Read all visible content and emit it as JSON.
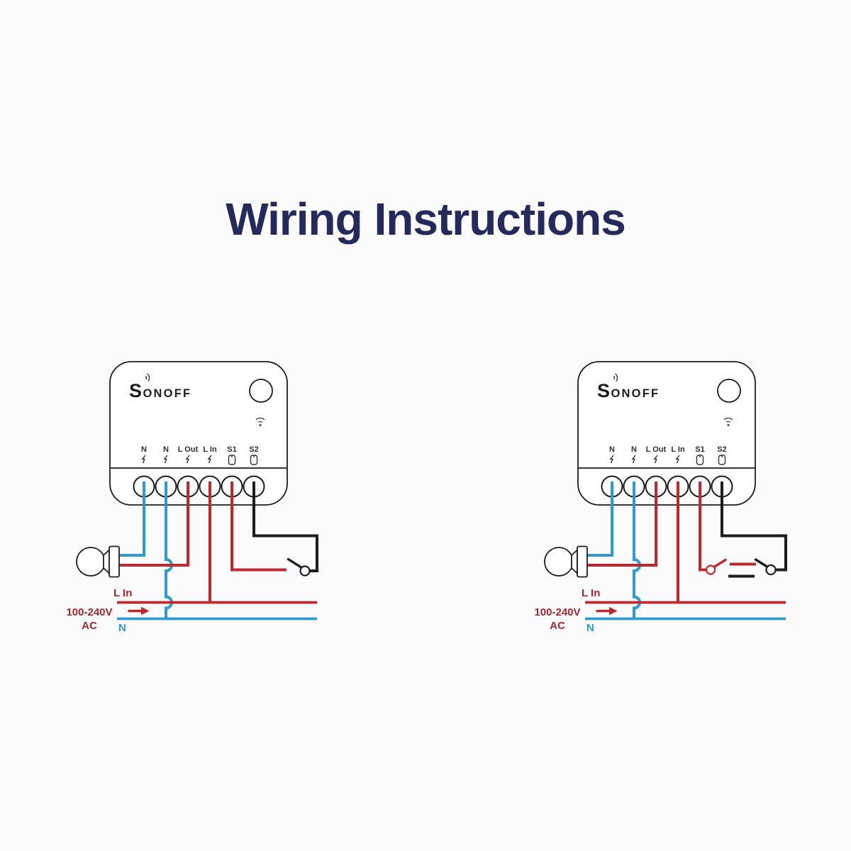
{
  "title": "Wiring Instructions",
  "colors": {
    "background": "#fbfbfb",
    "ink": "#1d1d1d",
    "title": "#242a5c",
    "wire_red": "#c1272d",
    "wire_blue": "#2f99d4",
    "label_red": "#a3272c",
    "label_blue": "#2f99d4"
  },
  "device": {
    "brand_initial": "S",
    "brand_rest": "ONOFF",
    "terminals": [
      "N",
      "N",
      "L Out",
      "L In",
      "S1",
      "S2"
    ]
  },
  "diagrams": [
    {
      "id": "left",
      "annotations": {
        "line_in": "L In",
        "supply_voltage": "100-240V",
        "supply_type": "AC",
        "neutral": "N"
      }
    },
    {
      "id": "right",
      "annotations": {
        "line_in": "L In",
        "supply_voltage": "100-240V",
        "supply_type": "AC",
        "neutral": "N"
      }
    }
  ]
}
